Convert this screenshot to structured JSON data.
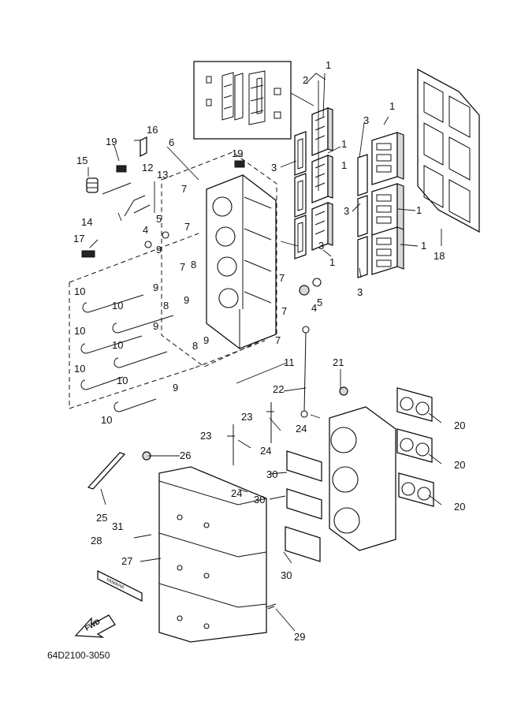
{
  "diagram_code": "64D2100-3050",
  "fwd_label": "FWD",
  "decal_text": "YAMAHA",
  "callouts": [
    {
      "id": "c1a",
      "label": "1"
    },
    {
      "id": "c1b",
      "label": "1"
    },
    {
      "id": "c1c",
      "label": "1"
    },
    {
      "id": "c1d",
      "label": "1"
    },
    {
      "id": "c1e",
      "label": "1"
    },
    {
      "id": "c1f",
      "label": "1"
    },
    {
      "id": "c1g",
      "label": "1"
    },
    {
      "id": "c2",
      "label": "2"
    },
    {
      "id": "c3a",
      "label": "3"
    },
    {
      "id": "c3b",
      "label": "3"
    },
    {
      "id": "c3c",
      "label": "3"
    },
    {
      "id": "c3d",
      "label": "3"
    },
    {
      "id": "c3e",
      "label": "3"
    },
    {
      "id": "c4a",
      "label": "4"
    },
    {
      "id": "c4b",
      "label": "4"
    },
    {
      "id": "c5a",
      "label": "5"
    },
    {
      "id": "c5b",
      "label": "5"
    },
    {
      "id": "c6",
      "label": "6"
    },
    {
      "id": "c7a",
      "label": "7"
    },
    {
      "id": "c7b",
      "label": "7"
    },
    {
      "id": "c7c",
      "label": "7"
    },
    {
      "id": "c7d",
      "label": "7"
    },
    {
      "id": "c7e",
      "label": "7"
    },
    {
      "id": "c7f",
      "label": "7"
    },
    {
      "id": "c8a",
      "label": "8"
    },
    {
      "id": "c8b",
      "label": "8"
    },
    {
      "id": "c8c",
      "label": "8"
    },
    {
      "id": "c9a",
      "label": "9"
    },
    {
      "id": "c9b",
      "label": "9"
    },
    {
      "id": "c9c",
      "label": "9"
    },
    {
      "id": "c9d",
      "label": "9"
    },
    {
      "id": "c9e",
      "label": "9"
    },
    {
      "id": "c9f",
      "label": "9"
    },
    {
      "id": "c10a",
      "label": "10"
    },
    {
      "id": "c10b",
      "label": "10"
    },
    {
      "id": "c10c",
      "label": "10"
    },
    {
      "id": "c10d",
      "label": "10"
    },
    {
      "id": "c10e",
      "label": "10"
    },
    {
      "id": "c10f",
      "label": "10"
    },
    {
      "id": "c10g",
      "label": "10"
    },
    {
      "id": "c11",
      "label": "11"
    },
    {
      "id": "c12",
      "label": "12"
    },
    {
      "id": "c13",
      "label": "13"
    },
    {
      "id": "c14",
      "label": "14"
    },
    {
      "id": "c15",
      "label": "15"
    },
    {
      "id": "c16",
      "label": "16"
    },
    {
      "id": "c17",
      "label": "17"
    },
    {
      "id": "c18",
      "label": "18"
    },
    {
      "id": "c19a",
      "label": "19"
    },
    {
      "id": "c19b",
      "label": "19"
    },
    {
      "id": "c20a",
      "label": "20"
    },
    {
      "id": "c20b",
      "label": "20"
    },
    {
      "id": "c20c",
      "label": "20"
    },
    {
      "id": "c21",
      "label": "21"
    },
    {
      "id": "c22",
      "label": "22"
    },
    {
      "id": "c23a",
      "label": "23"
    },
    {
      "id": "c23b",
      "label": "23"
    },
    {
      "id": "c24a",
      "label": "24"
    },
    {
      "id": "c24b",
      "label": "24"
    },
    {
      "id": "c24c",
      "label": "24"
    },
    {
      "id": "c25",
      "label": "25"
    },
    {
      "id": "c26",
      "label": "26"
    },
    {
      "id": "c27",
      "label": "27"
    },
    {
      "id": "c28",
      "label": "28"
    },
    {
      "id": "c29",
      "label": "29"
    },
    {
      "id": "c30a",
      "label": "30"
    },
    {
      "id": "c30b",
      "label": "30"
    },
    {
      "id": "c30c",
      "label": "30"
    },
    {
      "id": "c31",
      "label": "31"
    }
  ]
}
